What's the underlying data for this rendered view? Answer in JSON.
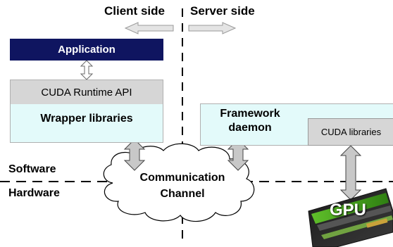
{
  "labels": {
    "client_side": "Client side",
    "server_side": "Server side",
    "software": "Software",
    "hardware": "Hardware"
  },
  "client": {
    "application": "Application",
    "runtime_api": "CUDA Runtime API",
    "wrapper_libraries": "Wrapper libraries"
  },
  "server": {
    "framework_daemon_line1": "Framework",
    "framework_daemon_line2": "daemon",
    "cuda_libraries": "CUDA libraries"
  },
  "channel": {
    "line1": "Communication",
    "line2": "Channel"
  },
  "gpu": {
    "label": "GPU"
  },
  "colors": {
    "application_bg": "#0f1560",
    "runtime_bg": "#d6d6d6",
    "wrapper_bg": "#e3fafa",
    "arrow_fill": "#c8c8c8"
  }
}
